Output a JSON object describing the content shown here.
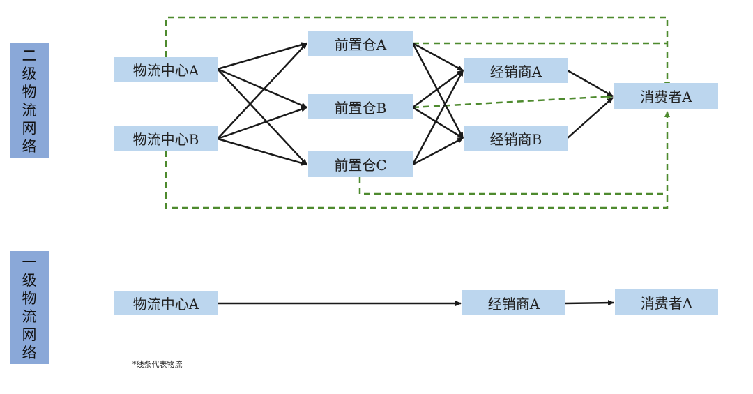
{
  "sections": {
    "upper_label": "二级物流网络",
    "lower_label": "一级物流网络"
  },
  "upper": {
    "dc_a": "物流中心A",
    "dc_b": "物流中心B",
    "fw_a": "前置仓A",
    "fw_b": "前置仓B",
    "fw_c": "前置仓C",
    "dist_a": "经销商A",
    "dist_b": "经销商B",
    "consumer": "消费者A"
  },
  "lower": {
    "dc_a": "物流中心A",
    "dist_a": "经销商A",
    "consumer": "消费者A"
  },
  "note": "*线条代表物流",
  "colors": {
    "node_fill": "#bcd6ee",
    "label_fill": "#8aa8d8",
    "solid_edge": "#1a1a1a",
    "dashed_edge": "#4e8a2e"
  }
}
